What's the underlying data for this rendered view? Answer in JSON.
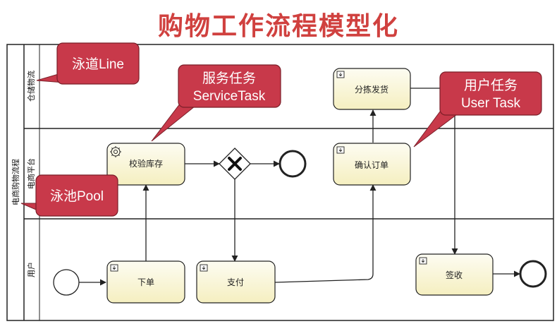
{
  "title": "购物工作流程模型化",
  "pool": {
    "label": "电商购物流程"
  },
  "lanes": [
    {
      "label": "仓储物流"
    },
    {
      "label": "电商平台"
    },
    {
      "label": "用户"
    }
  ],
  "tasks": {
    "check_stock": "校验库存",
    "sort_ship": "分拣发货",
    "confirm_order": "确认订单",
    "place_order": "下单",
    "pay": "支付",
    "sign": "签收"
  },
  "callouts": {
    "lane": "泳道Line",
    "service_line1": "服务任务",
    "service_line2": "ServiceTask",
    "user_line1": "用户任务",
    "user_line2": "User Task",
    "pool": "泳池Pool"
  },
  "colors": {
    "title": "#d0413f",
    "callout": "#c8394a",
    "task_fill_top": "#fdfcf2",
    "task_fill_bottom": "#f6f1c6",
    "stroke": "#222222"
  }
}
